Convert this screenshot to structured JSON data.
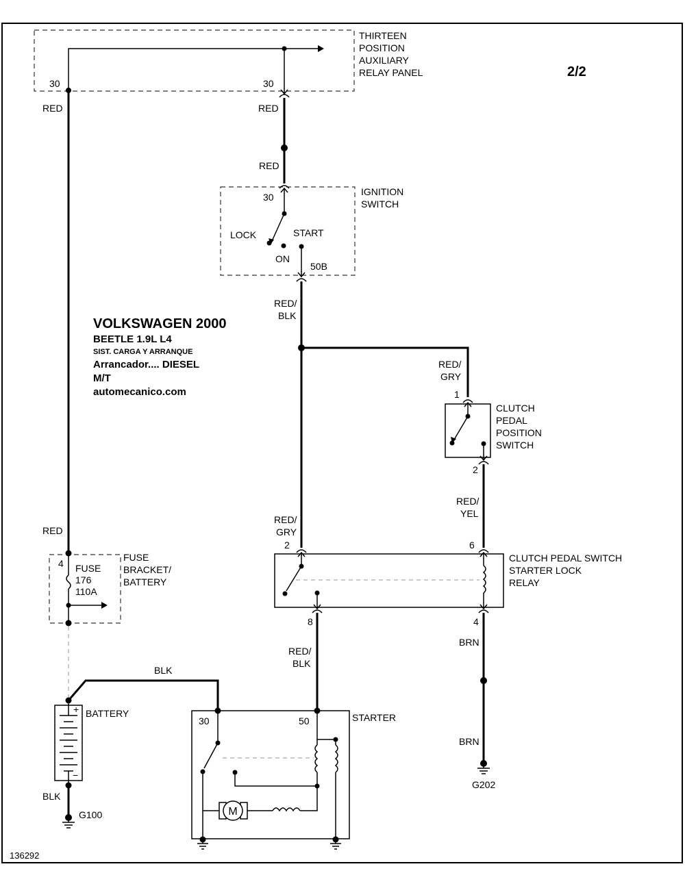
{
  "page_indicator": "2/2",
  "diagram_number": "136292",
  "title": {
    "line1": "VOLKSWAGEN 2000",
    "line2": "BEETLE  1.9L  L4",
    "line3": "SIST. CARGA Y ARRANQUE",
    "line4": "Arrancador....  DIESEL",
    "line5": "M/T",
    "line6": "automecanico.com"
  },
  "components": {
    "relay_panel": [
      "THIRTEEN",
      "POSITION",
      "AUXILIARY",
      "RELAY PANEL"
    ],
    "ignition_switch": [
      "IGNITION",
      "SWITCH"
    ],
    "clutch_pedal_switch": [
      "CLUTCH",
      "PEDAL",
      "POSITION",
      "SWITCH"
    ],
    "lock_relay": [
      "CLUTCH PEDAL SWITCH",
      "STARTER LOCK",
      "RELAY"
    ],
    "fuse_bracket": [
      "FUSE",
      "BRACKET/",
      "BATTERY"
    ],
    "fuse": [
      "FUSE",
      "176",
      "110A"
    ],
    "battery": "BATTERY",
    "starter": "STARTER",
    "motor": "M"
  },
  "switch_positions": {
    "lock": "LOCK",
    "start": "START",
    "on": "ON"
  },
  "pins": {
    "relay_panel_left": "30",
    "relay_panel_right": "30",
    "ignition_in": "30",
    "ignition_out": "50B",
    "clutch_switch_in": "1",
    "clutch_switch_out": "2",
    "relay_pin2": "2",
    "relay_pin6": "6",
    "relay_pin8": "8",
    "relay_pin4": "4",
    "fuse_pin": "4",
    "starter_30": "30",
    "starter_50": "50"
  },
  "wires": {
    "red_left_top": "RED",
    "red_left_bottom": "RED",
    "red_mid_top": "RED",
    "red_mid_2": "RED",
    "red_blk_ign": [
      "RED/",
      "BLK"
    ],
    "red_gry_clutch": [
      "RED/",
      "GRY"
    ],
    "red_yel": [
      "RED/",
      "YEL"
    ],
    "red_gry_relay": [
      "RED/",
      "GRY"
    ],
    "red_blk_starter": [
      "RED/",
      "BLK"
    ],
    "blk_battery_starter": "BLK",
    "blk_ground": "BLK",
    "brn_top": "BRN",
    "brn_bottom": "BRN"
  },
  "grounds": {
    "g100": "G100",
    "g202": "G202"
  },
  "battery_signs": {
    "plus": "+",
    "minus": "−"
  }
}
